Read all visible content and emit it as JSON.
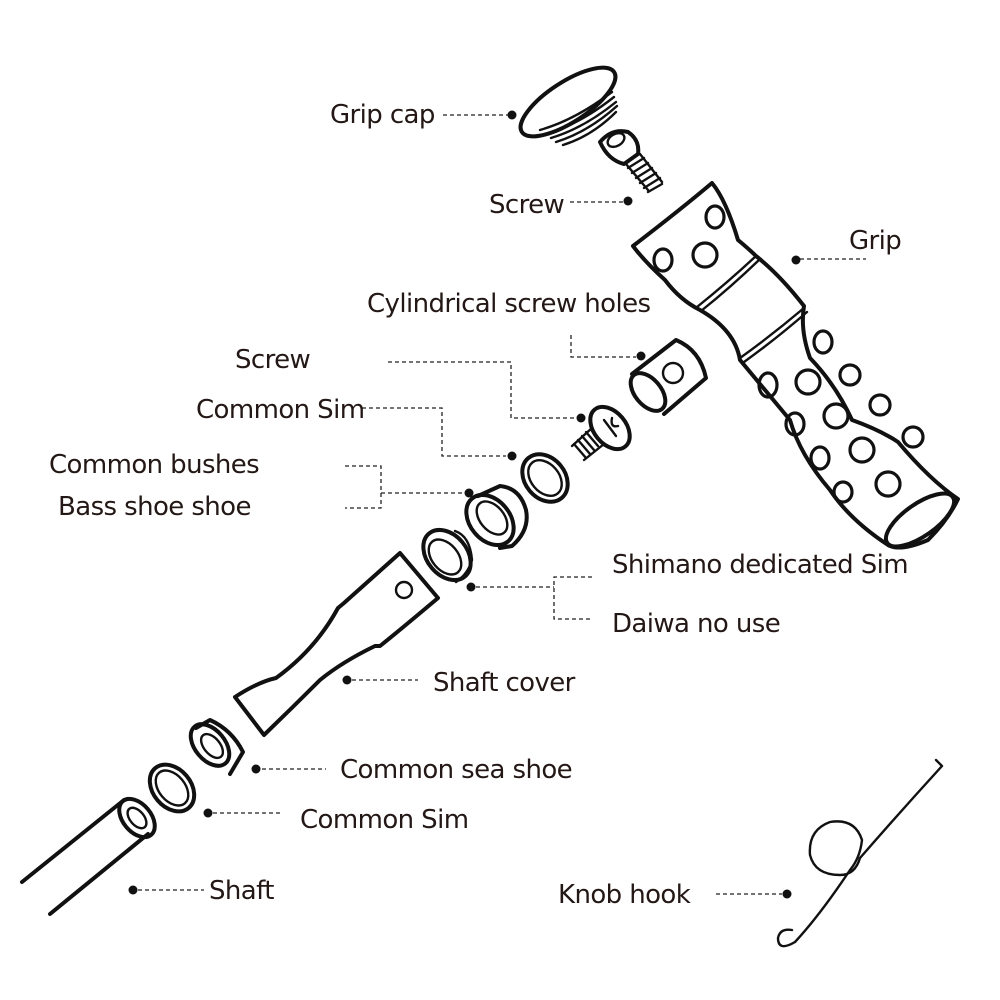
{
  "title": "Exploded view of fishing reel handle parts",
  "labels": {
    "grip_cap": "Grip cap",
    "screw_top": "Screw",
    "grip": "Grip",
    "cylindrical_screw_holes": "Cylindrical screw holes",
    "screw_mid": "Screw",
    "common_sim_top": "Common Sim",
    "common_bushes": "Common bushes",
    "bass_shoe_shoe": "Bass shoe shoe",
    "shimano_dedicated_sim": "Shimano dedicated Sim",
    "daiwa_no_use": "Daiwa no use",
    "shaft_cover": "Shaft cover",
    "common_sea_shoe": "Common sea shoe",
    "common_sim_bottom": "Common Sim",
    "shaft": "Shaft",
    "knob_hook": "Knob hook"
  },
  "colors": {
    "ink": "#111111",
    "label_text": "#231815",
    "background": "#ffffff"
  }
}
